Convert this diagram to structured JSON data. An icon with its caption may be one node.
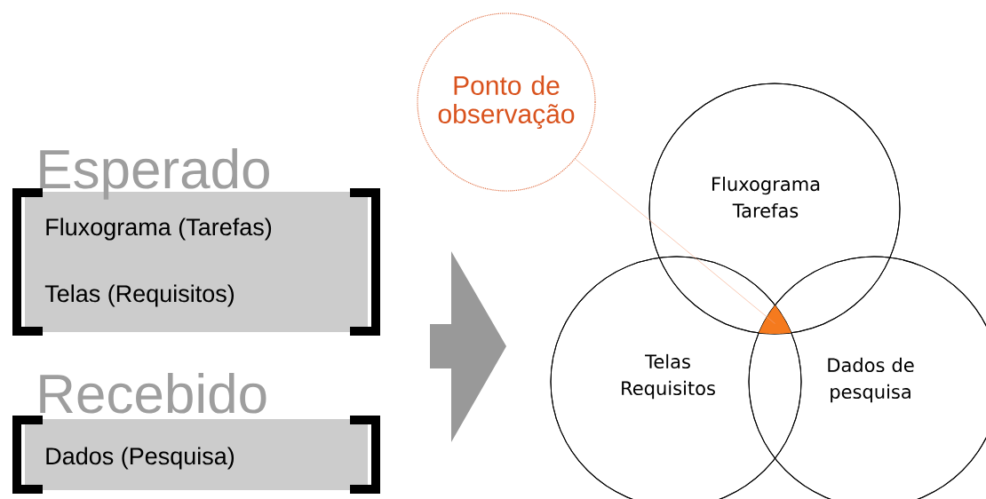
{
  "diagram": {
    "nodes": [
      {
        "text": [
          "Esperado",
          "Fluxograma (Tarefas)",
          "Telas (Requisitos)"
        ]
      },
      {
        "text": [
          "Recebido",
          "Dados (Pesquisa)"
        ]
      },
      {
        "text": [
          "Ponto de observação"
        ]
      },
      {
        "text": [
          "Fluxograma Tarefas"
        ]
      },
      {
        "text": [
          "Telas Requisitos"
        ]
      },
      {
        "text": [
          "Dados de pesquisa"
        ]
      },
      {
        "text": [],
        "shape": "triangle"
      }
    ],
    "edges": [
      {
        "from": 2,
        "to": 6,
        "arrow": "none",
        "color": "#f4a582"
      }
    ]
  }
}
